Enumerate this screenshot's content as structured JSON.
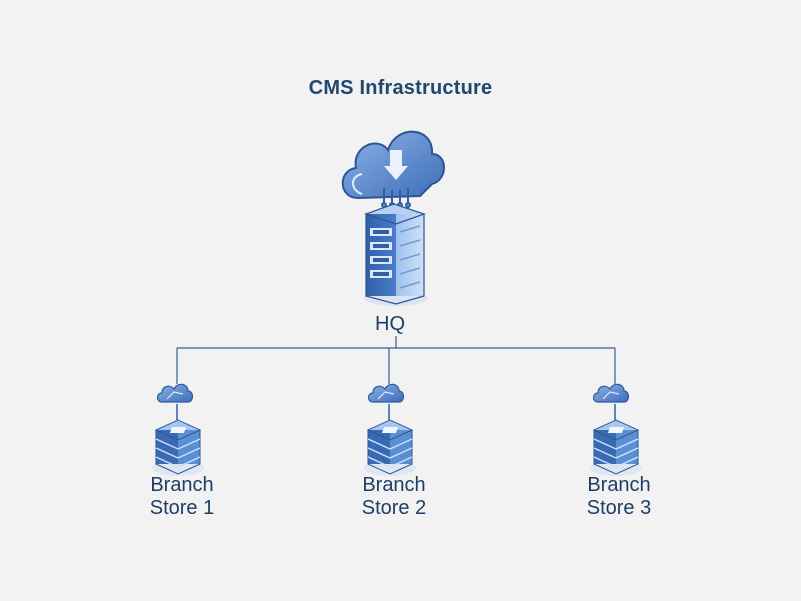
{
  "diagram": {
    "title": "CMS Infrastructure",
    "hq": {
      "label": "HQ"
    },
    "branches": [
      {
        "line1": "Branch",
        "line2": "Store 1"
      },
      {
        "line1": "Branch",
        "line2": "Store 2"
      },
      {
        "line1": "Branch",
        "line2": "Store 3"
      }
    ]
  },
  "colors": {
    "background": "#f2f2f2",
    "title": "#23466f",
    "label": "#1f3d66",
    "connector": "#3a5f8f",
    "cloud": "#4f7fc6",
    "server": "#3f72bd"
  },
  "icons": [
    "cloud-download-icon",
    "server-rack-icon",
    "small-cloud-icon",
    "server-stack-icon"
  ]
}
